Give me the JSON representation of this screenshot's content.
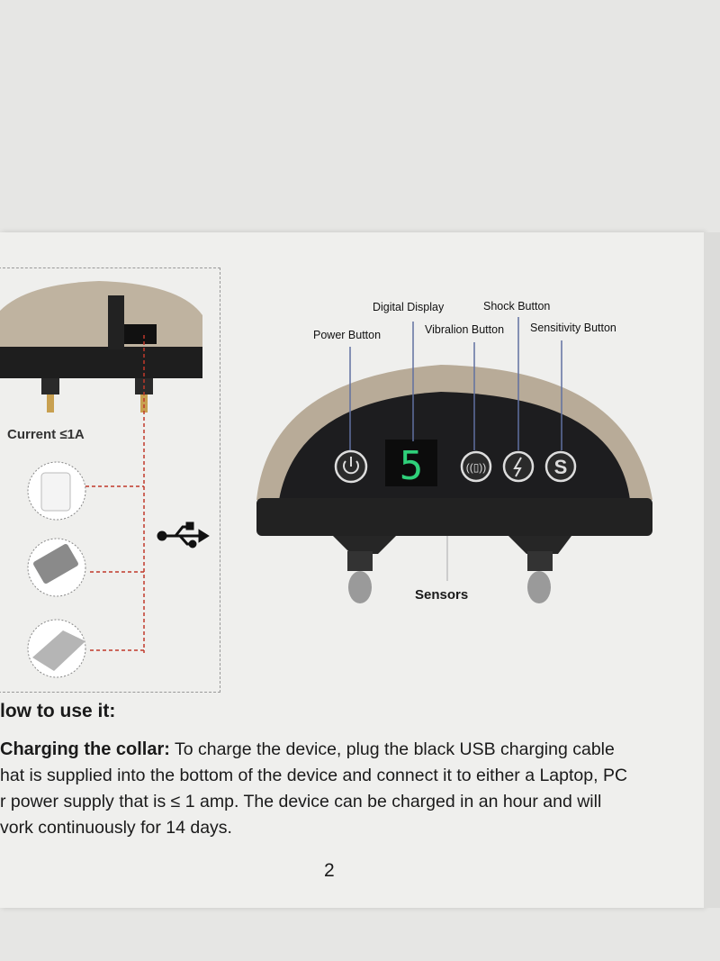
{
  "labels": {
    "digital_display": "Digital Display",
    "shock_button": "Shock Button",
    "power_button": "Power Button",
    "vibration_button": "Vibralion Button",
    "sensitivity_button": "Sensitivity Button",
    "sensors": "Sensors",
    "display_value": "5"
  },
  "charging": {
    "current": "Current ≤1A"
  },
  "section": {
    "heading": "low to use it:",
    "lead": "Charging the collar:",
    "line1": " To charge the device, plug the black USB charging cable",
    "line2": "hat is supplied into the bottom of the device and connect it to either a Laptop, PC",
    "line3": "r power supply that is ≤ 1 amp. The device can be charged in an hour and will",
    "line4": "vork continuously for 14 days."
  },
  "page_number": "2",
  "colors": {
    "display_green": "#2fd07a",
    "connector_red": "#c0392b"
  }
}
